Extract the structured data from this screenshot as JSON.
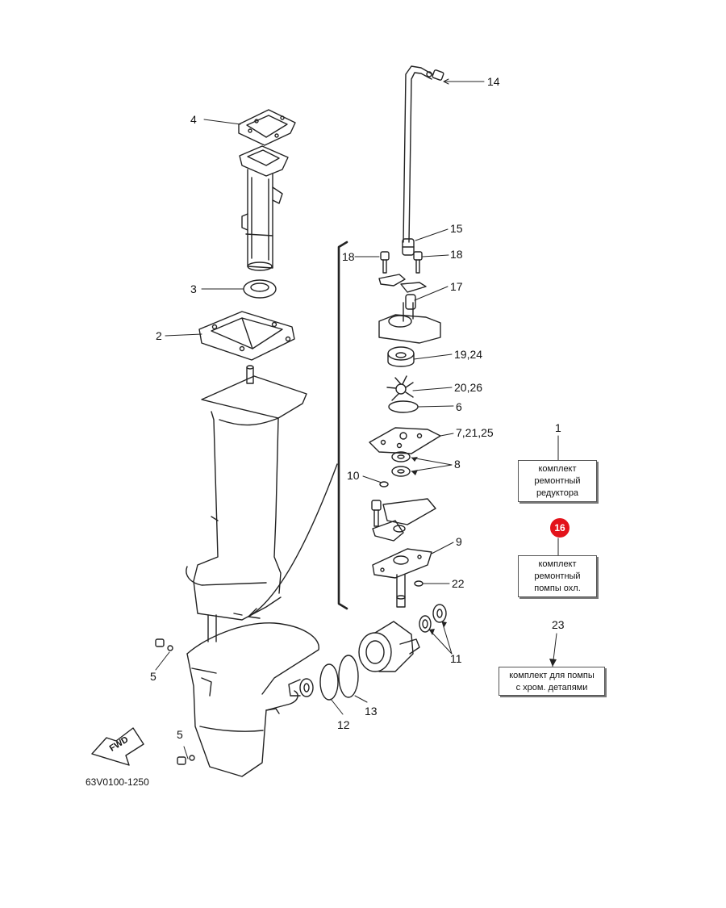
{
  "callouts": {
    "c1": "1",
    "c2": "2",
    "c3": "3",
    "c4": "4",
    "c5a": "5",
    "c5b": "5",
    "c6": "6",
    "c7": "7,21,25",
    "c8": "8",
    "c9": "9",
    "c10": "10",
    "c11": "11",
    "c12": "12",
    "c13": "13",
    "c14": "14",
    "c15": "15",
    "c16": "16",
    "c17": "17",
    "c18a": "18",
    "c18b": "18",
    "c19": "19,24",
    "c20": "20,26",
    "c22": "22",
    "c23": "23"
  },
  "kits": {
    "gear": [
      "комплект",
      "ремонтный",
      "редуктора"
    ],
    "pump": [
      "комплект",
      "ремонтный",
      "помпы охл."
    ],
    "chrome": [
      "комплект для помпы",
      "с хром. детапями"
    ]
  },
  "fwd_label": "FWD",
  "diagram_code": "63V0100-1250",
  "colors": {
    "badge": "#e3131b",
    "line": "#222222"
  }
}
